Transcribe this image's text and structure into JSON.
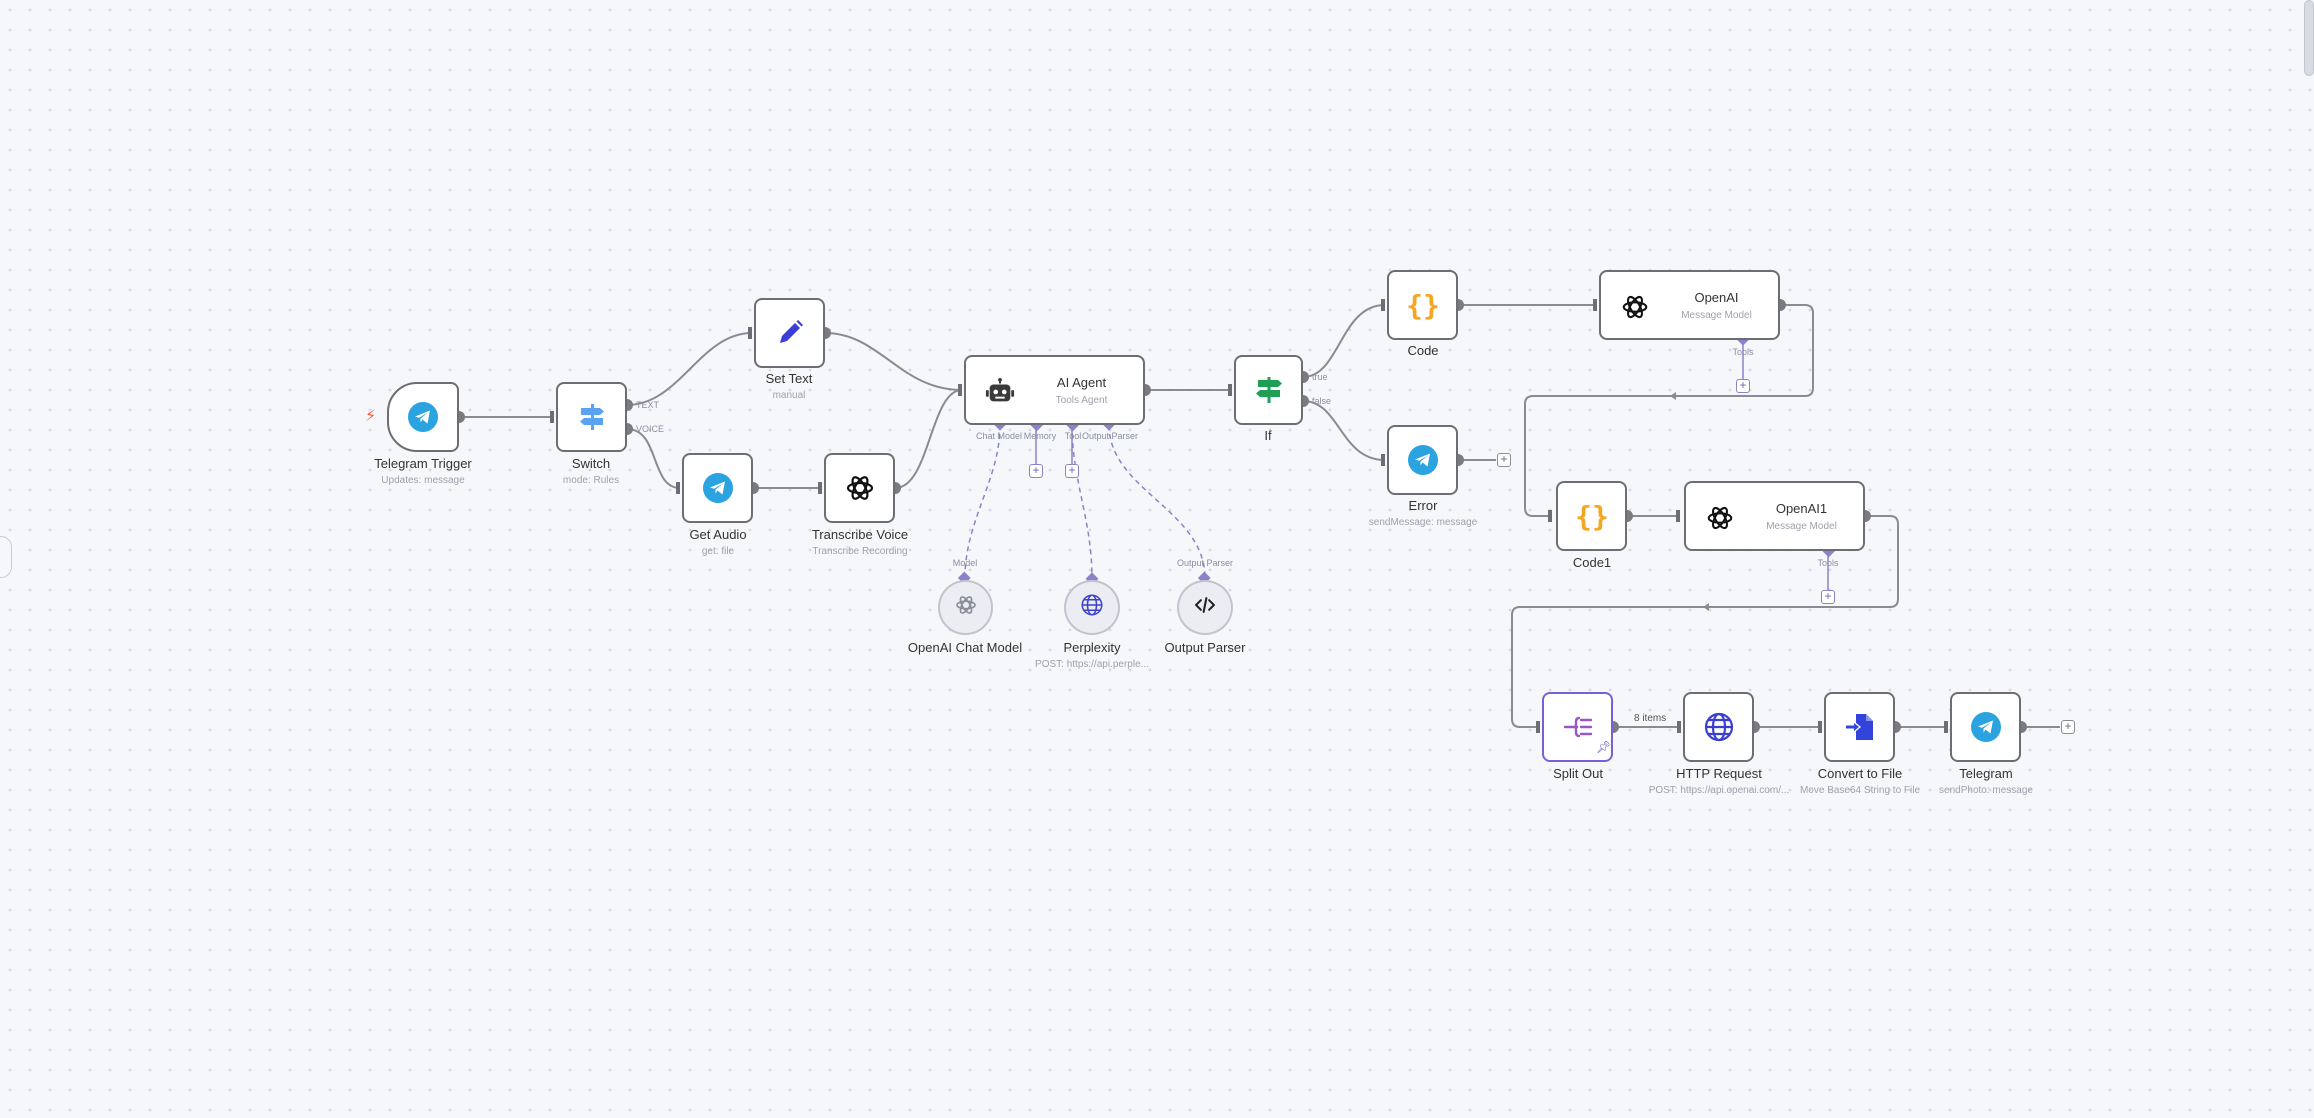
{
  "nodes": {
    "telegram_trigger": {
      "title": "Telegram Trigger",
      "subtitle": "Updates: message",
      "icon": "telegram-icon"
    },
    "switch": {
      "title": "Switch",
      "subtitle": "mode: Rules",
      "icon": "switch-icon",
      "out_text": "TEXT",
      "out_voice": "VOICE"
    },
    "set_text": {
      "title": "Set Text",
      "subtitle": "manual",
      "icon": "pencil-icon"
    },
    "get_audio": {
      "title": "Get Audio",
      "subtitle": "get: file",
      "icon": "telegram-icon"
    },
    "transcribe_voice": {
      "title": "Transcribe Voice",
      "subtitle": "Transcribe Recording",
      "icon": "openai-icon"
    },
    "ai_agent": {
      "title": "AI Agent",
      "subtitle": "Tools Agent",
      "icon": "robot-icon",
      "port_chat_model": "Chat Model",
      "port_memory": "Memory",
      "port_tool": "Tool",
      "port_output_parser": "Output Parser"
    },
    "openai_chat_model": {
      "title": "OpenAI Chat Model",
      "icon": "openai-icon",
      "port": "Model"
    },
    "perplexity": {
      "title": "Perplexity",
      "subtitle": "POST: https://api.perple...",
      "icon": "globe-icon"
    },
    "output_parser": {
      "title": "Output Parser",
      "icon": "code-icon",
      "port": "Output Parser"
    },
    "if": {
      "title": "If",
      "icon": "signpost-icon",
      "out_true": "true",
      "out_false": "false"
    },
    "code": {
      "title": "Code",
      "icon": "braces-icon"
    },
    "error": {
      "title": "Error",
      "subtitle": "sendMessage: message",
      "icon": "telegram-icon"
    },
    "openai": {
      "title": "OpenAI",
      "subtitle": "Message Model",
      "icon": "openai-icon",
      "port": "Tools"
    },
    "code1": {
      "title": "Code1",
      "icon": "braces-icon"
    },
    "openai1": {
      "title": "OpenAI1",
      "subtitle": "Message Model",
      "icon": "openai-icon",
      "port": "Tools"
    },
    "split_out": {
      "title": "Split Out",
      "icon": "split-out-icon",
      "items": "8 items"
    },
    "http_request": {
      "title": "HTTP Request",
      "subtitle": "POST: https://api.openai.com/...",
      "icon": "globe-icon"
    },
    "convert_to_file": {
      "title": "Convert to File",
      "subtitle": "Move Base64 String to File",
      "icon": "file-convert-icon"
    },
    "telegram": {
      "title": "Telegram",
      "subtitle": "sendPhoto: message",
      "icon": "telegram-icon"
    }
  },
  "colors": {
    "node_border": "#6d6d75",
    "edge": "#8a8a92",
    "ai_port": "#8b83c9",
    "telegram": "#2aa3e0",
    "switch": "#5aa3f2",
    "pencil": "#3b3fd8",
    "robot": "#3a3a3a",
    "signpost": "#1f9e55",
    "braces": "#f5a623",
    "split_out": "#9a56c2",
    "convert": "#3344dd",
    "trigger_bolt": "#ff5a3c"
  }
}
